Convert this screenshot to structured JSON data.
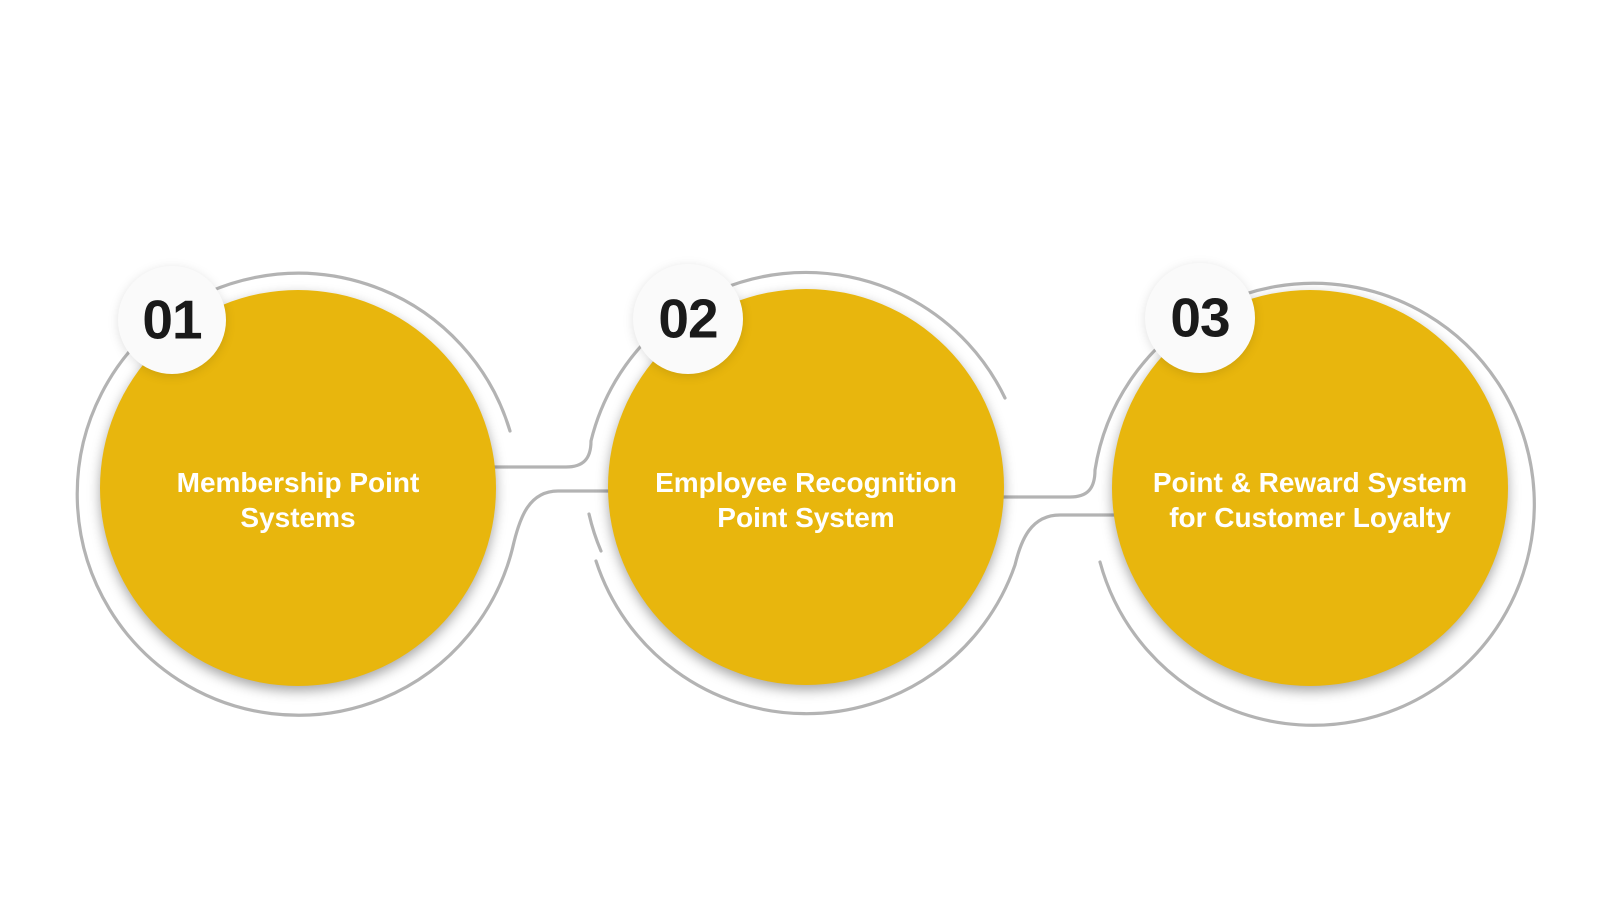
{
  "diagram": {
    "type": "process-infographic",
    "colors": {
      "bg": "#ffffff",
      "circle_fill": "#e8b60d",
      "ring_stroke": "#b3b3b3",
      "badge_fill": "#fafafa",
      "number_color": "#1a1a1a",
      "label_color": "#ffffff"
    },
    "steps": [
      {
        "number": "01",
        "line1": "Membership Point",
        "line2": "Systems"
      },
      {
        "number": "02",
        "line1": "Employee Recognition",
        "line2": "Point System"
      },
      {
        "number": "03",
        "line1": "Point & Reward System",
        "line2": "for Customer Loyalty"
      }
    ]
  }
}
